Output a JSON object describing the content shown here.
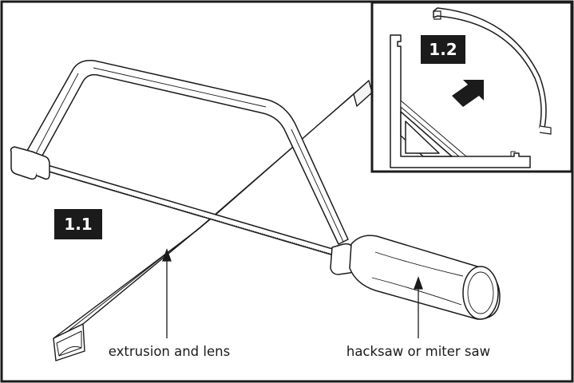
{
  "steps": {
    "main": "1.1",
    "inset": "1.2"
  },
  "labels": {
    "extrusion": "extrusion and lens",
    "saw": "hacksaw or miter saw"
  },
  "icons": {
    "arrow": "direction-arrow-icon"
  },
  "colors": {
    "line": "#1b1b1b",
    "badge": "#1b1b1b",
    "background": "#ffffff",
    "highlight": "#f4f4f4"
  }
}
